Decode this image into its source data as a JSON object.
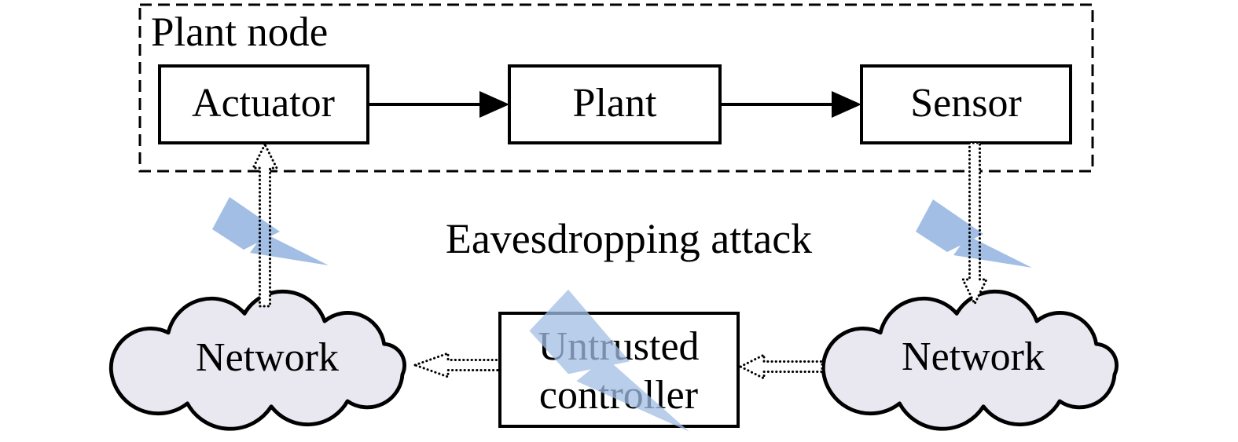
{
  "figure": {
    "plant_node": {
      "label": "Plant node",
      "actuator": "Actuator",
      "plant": "Plant",
      "sensor": "Sensor"
    },
    "attack": {
      "label": "Eavesdropping attack"
    },
    "controller": {
      "line1": "Untrusted",
      "line2": "controller"
    },
    "network_left": {
      "label": "Network"
    },
    "network_right": {
      "label": "Network"
    },
    "colors": {
      "attack_text": "#1E6FBC",
      "bolt": "#A2BEE4",
      "cloud": "#E9E7F0",
      "stroke": "#000000"
    }
  }
}
